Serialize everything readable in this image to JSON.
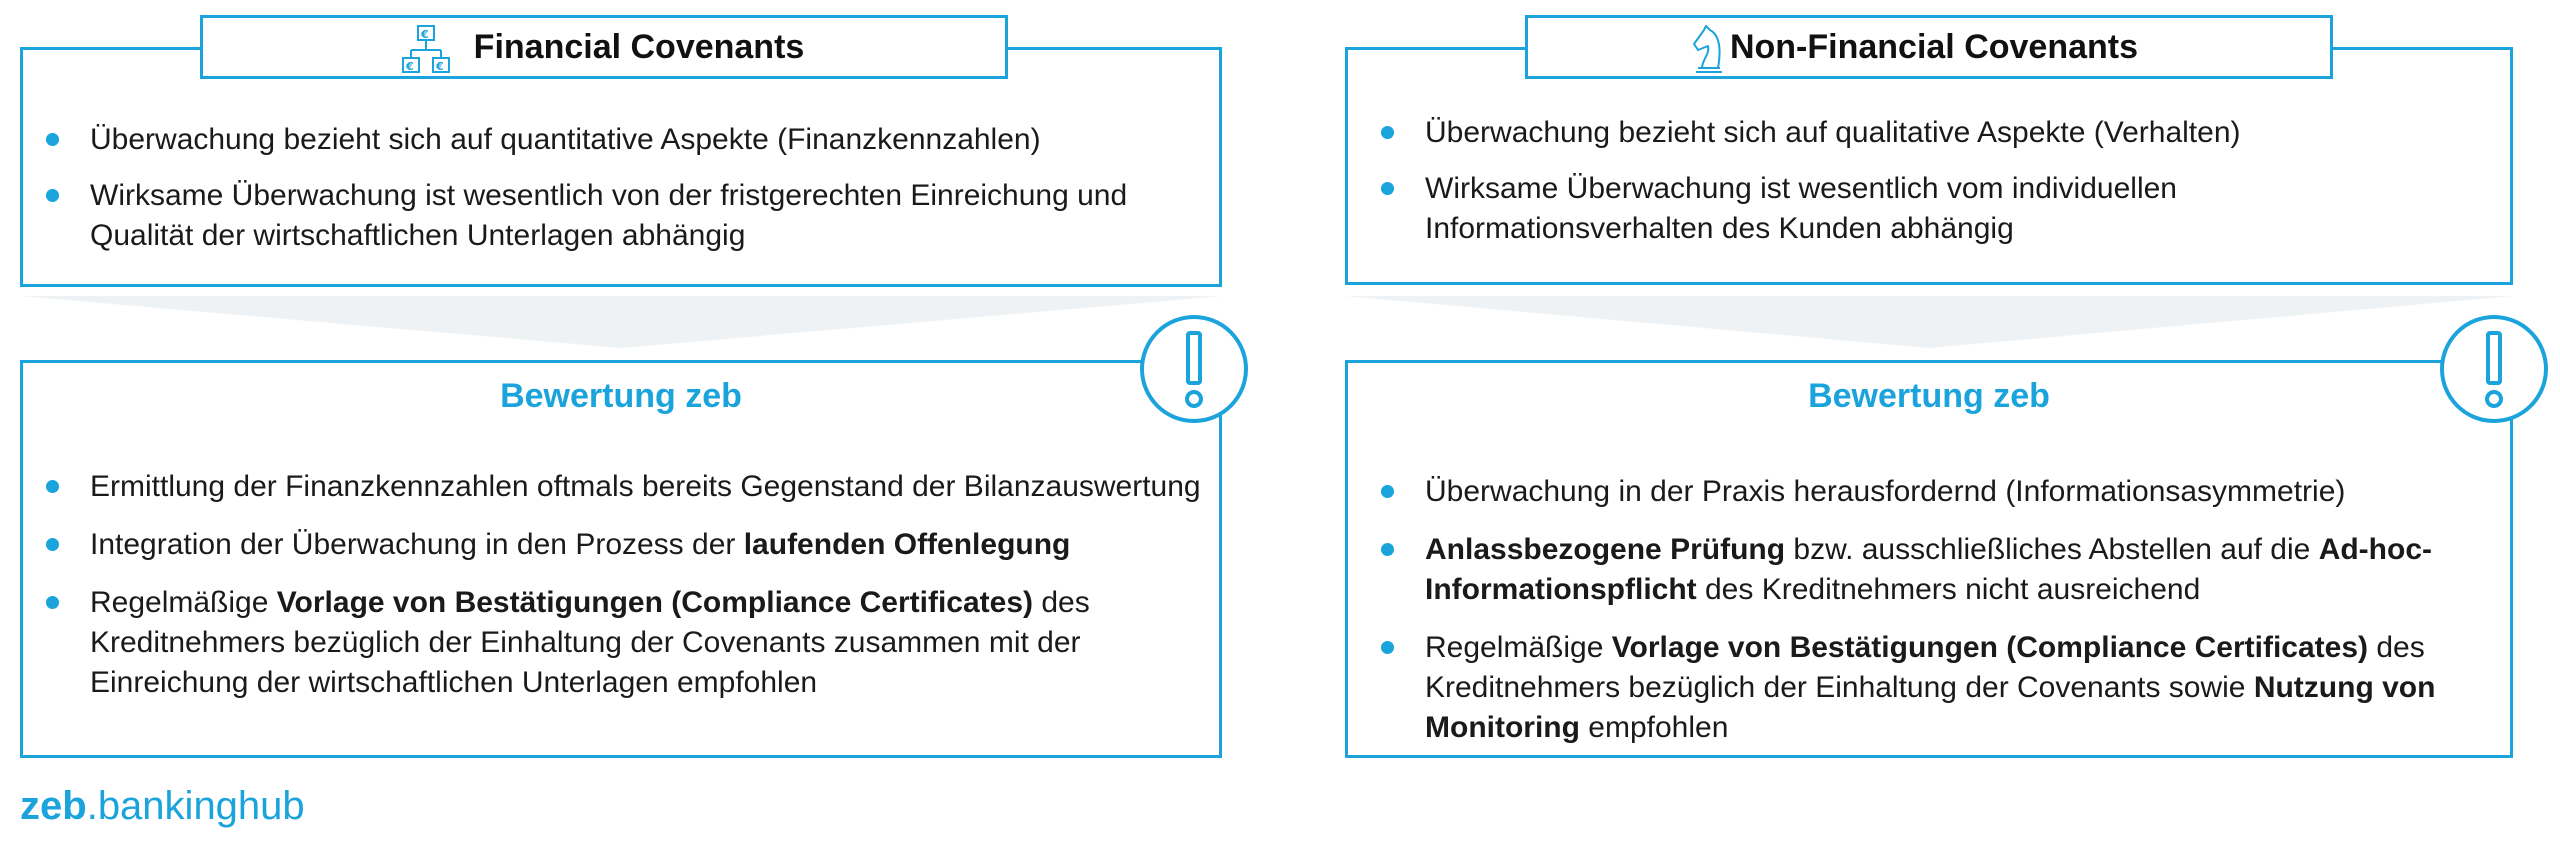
{
  "left": {
    "header": "Financial Covenants",
    "icon": "euro-network-icon",
    "bullets": [
      [
        "Überwachung bezieht sich auf quantitative Aspekte (Finanzkennzahlen)"
      ],
      [
        "Wirksame Überwachung ist wesentlich von der fristgerechten Einreichung und",
        "Qualität der wirtschaftlichen Unterlagen abhängig"
      ]
    ],
    "assessment_title": "Bewertung zeb",
    "assessment": [
      {
        "plain1": "Ermittlung der Finanzkennzahlen oftmals bereits Gegenstand der Bilanzauswertung"
      },
      {
        "plain1": "Integration der Überwachung in den Prozess der ",
        "bold1": "laufenden Offenlegung"
      },
      {
        "plain1": "Regelmäßige ",
        "bold1": "Vorlage von Bestätigungen (Compliance Certificates)",
        "plain2": " des",
        "line2": "Kreditnehmers bezüglich der Einhaltung der Covenants zusammen mit der",
        "line3": "Einreichung der wirtschaftlichen Unterlagen empfohlen"
      }
    ]
  },
  "right": {
    "header": "Non-Financial Covenants",
    "icon": "chess-knight-icon",
    "bullets": [
      [
        "Überwachung bezieht sich auf qualitative Aspekte (Verhalten)"
      ],
      [
        "Wirksame Überwachung ist wesentlich vom individuellen",
        "Informationsverhalten des Kunden abhängig"
      ]
    ],
    "assessment_title": "Bewertung zeb",
    "assessment": [
      {
        "plain1": "Überwachung in der Praxis herausfordernd (Informationsasymmetrie)"
      },
      {
        "bold1": "Anlassbezogene Prüfung",
        "plain1": " bzw. ausschließliches Abstellen auf die ",
        "bold2": "Ad-hoc-",
        "bold3": "Informationspflicht",
        "plain2": " des Kreditnehmers nicht ausreichend"
      },
      {
        "plain1": "Regelmäßige ",
        "bold1": "Vorlage von Bestätigungen (Compliance Certificates)",
        "plain2": " des",
        "line2": "Kreditnehmers bezüglich der Einhaltung der Covenants sowie ",
        "bold2": "Nutzung von",
        "bold3": "Monitoring",
        "plain3": " empfohlen"
      }
    ]
  },
  "logo": {
    "brand": "zeb",
    "dot": ".",
    "product": "bankinghub"
  },
  "colors": {
    "accent": "#1ba3dc",
    "funnel": "#eef2f4"
  }
}
